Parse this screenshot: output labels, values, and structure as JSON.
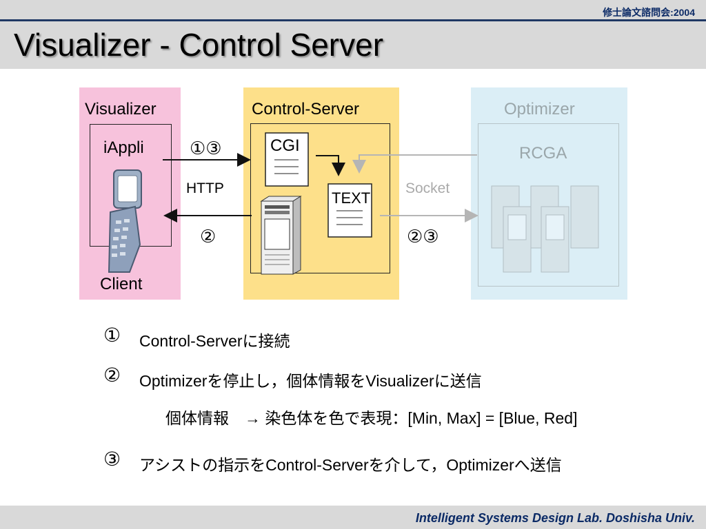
{
  "header": {
    "conference": "修士論文諮問会:2004",
    "title": "Visualizer - Control Server"
  },
  "diagram": {
    "client_panel": {
      "title": "Visualizer",
      "app": "iAppli",
      "bottom": "Client"
    },
    "server_panel": {
      "title": "Control-Server",
      "cgi": "CGI",
      "text": "TEXT"
    },
    "optimizer_panel": {
      "title": "Optimizer",
      "rcga": "RCGA"
    },
    "arrows": {
      "top_label": "①③",
      "http_label": "HTTP",
      "bottom_label": "②",
      "socket_label": "Socket",
      "right_label": "②③"
    },
    "colors": {
      "client_bg": "#f7c2dc",
      "server_bg": "#fde08a",
      "optimizer_bg": "#dbeef6"
    }
  },
  "notes": [
    {
      "num": "①",
      "text": "Control-Serverに接続"
    },
    {
      "num": "②",
      "text": "Optimizerを停止し，個体情報をVisualizerに送信"
    },
    {
      "num": "",
      "text": "個体情報　→ 染色体を色で表現：[Min, Max] = [Blue, Red]"
    },
    {
      "num": "③",
      "text": "アシストの指示をControl-Serverを介して，Optimizerへ送信"
    }
  ],
  "footer": {
    "lab": "Intelligent Systems Design Lab. Doshisha Univ."
  }
}
